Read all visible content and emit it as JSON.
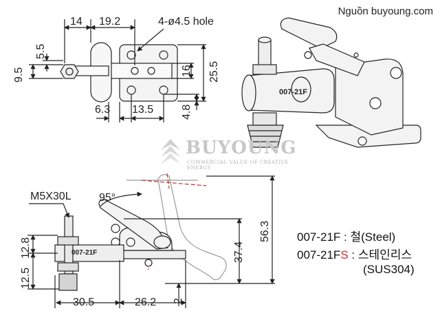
{
  "source_text": "Nguồn buyoung.com",
  "logo": {
    "brand": "BUYOUNG",
    "tagline": "COMMERCIAL VALUE OF CREATIVE ENERGY"
  },
  "top_view": {
    "dim_14": "14",
    "dim_19_2": "19.2",
    "hole_note": "4-ø4.5 hole",
    "dim_5_5": "5.5",
    "dim_9_5": "9.5",
    "dim_16": "16",
    "dim_25_5": "25.5",
    "dim_6_3": "6.3",
    "dim_13_5": "13.5",
    "dim_4_8": "4.8"
  },
  "iso_view": {
    "model_label": "007-21F"
  },
  "side_view": {
    "screw": "M5X30L",
    "angle": "95°",
    "model_label": "007-21F",
    "dim_12_8": "12.8",
    "dim_12_5": "12.5",
    "dim_30_5": "30.5",
    "dim_26_2": "26.2",
    "dim_2": "2",
    "dim_37_4": "37.4",
    "dim_56_3": "56.3"
  },
  "legend": {
    "line1_model": "007-21F",
    "line1_sep": " : ",
    "line1_text": "철(Steel)",
    "line2_model_prefix": "007-21F",
    "line2_model_suffix": "S",
    "line2_sep": " : ",
    "line2_text": "스테인리스",
    "line3_text": "(SUS304)"
  },
  "colors": {
    "line": "#222222",
    "part_fill": "#f2f2f2",
    "suffix_red": "#d42a2a",
    "ghost": "#cc2a2a"
  }
}
